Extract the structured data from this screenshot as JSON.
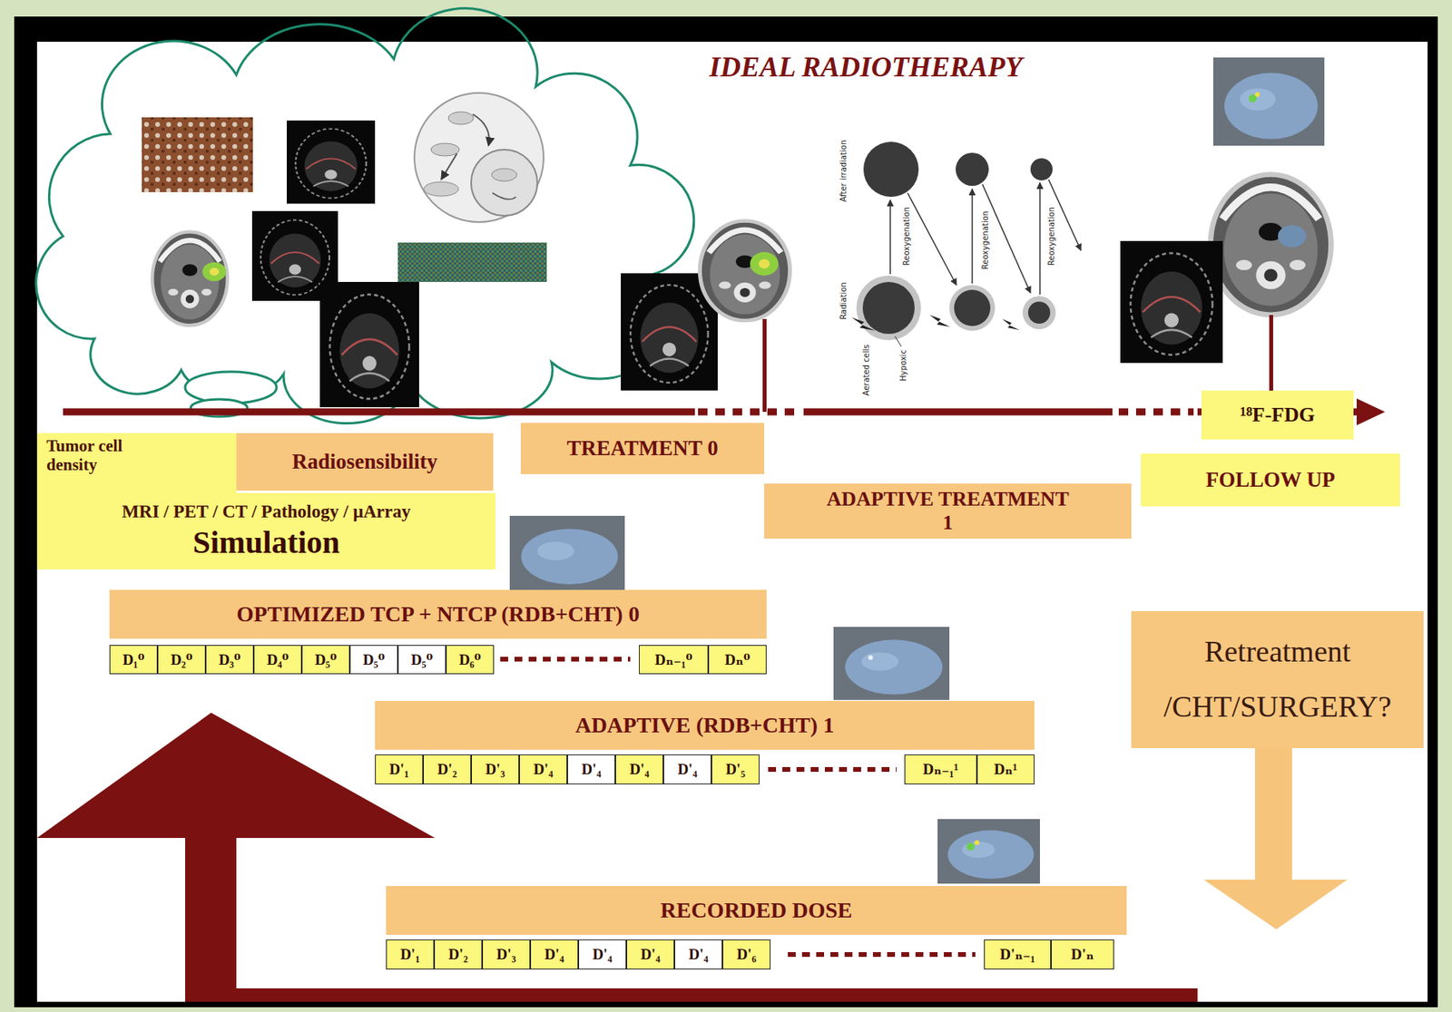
{
  "diagram": {
    "title": "IDEAL RADIOTHERAPY",
    "nodes": [
      {
        "text": [
          "Tumor cell density"
        ]
      },
      {
        "text": [
          "Radiosensibility"
        ]
      },
      {
        "text": [
          "MRI / PET / CT / Pathology / µArray",
          "Simulation"
        ]
      },
      {
        "text": [
          "TREATMENT 0"
        ]
      },
      {
        "text": [
          "¹⁸F-FDG"
        ]
      },
      {
        "text": [
          "FOLLOW UP"
        ]
      },
      {
        "text": [
          "ADAPTIVE TREATMENT 1"
        ]
      },
      {
        "text": [
          "OPTIMIZED TCP + NTCP (RDB+CHT) 0"
        ]
      },
      {
        "text": [
          "D₁⁰"
        ]
      },
      {
        "text": [
          "D₂⁰"
        ]
      },
      {
        "text": [
          "D₃⁰"
        ]
      },
      {
        "text": [
          "D₄⁰"
        ]
      },
      {
        "text": [
          "D₅⁰"
        ]
      },
      {
        "text": [
          "D₅⁰"
        ]
      },
      {
        "text": [
          "D₅⁰"
        ]
      },
      {
        "text": [
          "D₆⁰"
        ]
      },
      {
        "text": [
          "Dₙ₋₁⁰"
        ]
      },
      {
        "text": [
          "Dₙ⁰"
        ]
      },
      {
        "text": [
          "Retreatment",
          "/CHT/SURGERY?"
        ]
      },
      {
        "text": [
          "ADAPTIVE (RDB+CHT) 1"
        ]
      },
      {
        "text": [
          "D'₁"
        ]
      },
      {
        "text": [
          "D'₂"
        ]
      },
      {
        "text": [
          "D'₃"
        ]
      },
      {
        "text": [
          "D'₄"
        ]
      },
      {
        "text": [
          "D'₄"
        ]
      },
      {
        "text": [
          "D'₄"
        ]
      },
      {
        "text": [
          "D'₄"
        ]
      },
      {
        "text": [
          "D'₅"
        ]
      },
      {
        "text": [
          "Dₙ₋₁¹"
        ]
      },
      {
        "text": [
          "Dₙ¹"
        ]
      },
      {
        "text": [
          "RECORDED DOSE"
        ]
      },
      {
        "text": [
          "D'₁"
        ]
      },
      {
        "text": [
          "D'₂"
        ]
      },
      {
        "text": [
          "D'₃"
        ]
      },
      {
        "text": [
          "D'₄"
        ]
      },
      {
        "text": [
          "D'₄"
        ]
      },
      {
        "text": [
          "D'₄"
        ]
      },
      {
        "text": [
          "D'₄"
        ]
      },
      {
        "text": [
          "D'₆"
        ]
      },
      {
        "text": [
          "D'ₙ₋₁"
        ]
      },
      {
        "text": [
          "D'ₙ"
        ]
      }
    ],
    "labels": [
      "After irradiation",
      "Radiation",
      "Reoxygenation",
      "Reoxygenation",
      "Reoxygenation",
      "Aerated cells",
      "Hypoxic"
    ]
  }
}
